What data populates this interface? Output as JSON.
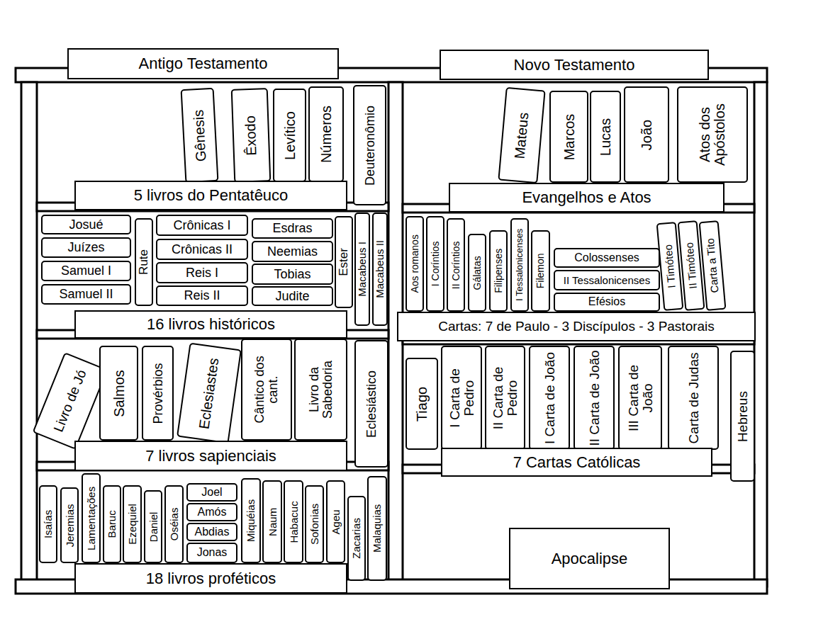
{
  "diagram": {
    "nodes": [
      {
        "text": [
          "Antigo Testamento"
        ]
      },
      {
        "text": [
          "Gênesis"
        ]
      },
      {
        "text": [
          "Êxodo"
        ]
      },
      {
        "text": [
          "Levítico"
        ]
      },
      {
        "text": [
          "Números"
        ]
      },
      {
        "text": [
          "Deuteronômio"
        ]
      },
      {
        "text": [
          "5 livros do Pentatêuco"
        ]
      },
      {
        "text": [
          "Josué"
        ]
      },
      {
        "text": [
          "Juízes"
        ]
      },
      {
        "text": [
          "Samuel I"
        ]
      },
      {
        "text": [
          "Samuel II"
        ]
      },
      {
        "text": [
          "Rute"
        ]
      },
      {
        "text": [
          "Crônicas I"
        ]
      },
      {
        "text": [
          "Crônicas II"
        ]
      },
      {
        "text": [
          "Reis I"
        ]
      },
      {
        "text": [
          "Reis II"
        ]
      },
      {
        "text": [
          "Esdras"
        ]
      },
      {
        "text": [
          "Neemias"
        ]
      },
      {
        "text": [
          "Tobias"
        ]
      },
      {
        "text": [
          "Judite"
        ]
      },
      {
        "text": [
          "Ester"
        ]
      },
      {
        "text": [
          "Macabeus I"
        ]
      },
      {
        "text": [
          "Macabeus II"
        ]
      },
      {
        "text": [
          "16 livros históricos"
        ]
      },
      {
        "text": [
          "Livro de Jó"
        ]
      },
      {
        "text": [
          "Salmos"
        ]
      },
      {
        "text": [
          "Provérbios"
        ]
      },
      {
        "text": [
          "Eclesiastes"
        ]
      },
      {
        "text": [
          "Cântico dos cant."
        ]
      },
      {
        "text": [
          "Livro da Sabedoria"
        ]
      },
      {
        "text": [
          "Eclesiástico"
        ]
      },
      {
        "text": [
          "7 livros sapienciais"
        ]
      },
      {
        "text": [
          "Isaías"
        ]
      },
      {
        "text": [
          "Jeremias"
        ]
      },
      {
        "text": [
          "Lamentações"
        ]
      },
      {
        "text": [
          "Baruc"
        ]
      },
      {
        "text": [
          "Ezequiel"
        ]
      },
      {
        "text": [
          "Daniel"
        ]
      },
      {
        "text": [
          "Oséias"
        ]
      },
      {
        "text": [
          "Joel"
        ]
      },
      {
        "text": [
          "Amós"
        ]
      },
      {
        "text": [
          "Abdias"
        ]
      },
      {
        "text": [
          "Jonas"
        ]
      },
      {
        "text": [
          "Miquéias"
        ]
      },
      {
        "text": [
          "Naum"
        ]
      },
      {
        "text": [
          "Habacuc"
        ]
      },
      {
        "text": [
          "Sofonias"
        ]
      },
      {
        "text": [
          "Ageu"
        ]
      },
      {
        "text": [
          "Zacarias"
        ]
      },
      {
        "text": [
          "Malaquias"
        ]
      },
      {
        "text": [
          "18 livros proféticos"
        ]
      },
      {
        "text": [
          "Novo Testamento"
        ]
      },
      {
        "text": [
          "Mateus"
        ]
      },
      {
        "text": [
          "Marcos"
        ]
      },
      {
        "text": [
          "Lucas"
        ]
      },
      {
        "text": [
          "João"
        ]
      },
      {
        "text": [
          "Atos dos Apóstolos"
        ]
      },
      {
        "text": [
          "Evangelhos e Atos"
        ]
      },
      {
        "text": [
          "Aos romanos"
        ]
      },
      {
        "text": [
          "I Coríntios"
        ]
      },
      {
        "text": [
          "II Coríntios"
        ]
      },
      {
        "text": [
          "Gálatas"
        ]
      },
      {
        "text": [
          "Filipenses"
        ]
      },
      {
        "text": [
          "I Tessalonicenses"
        ]
      },
      {
        "text": [
          "Filemon"
        ]
      },
      {
        "text": [
          "Colossenses"
        ]
      },
      {
        "text": [
          "II Tessalonicenses"
        ]
      },
      {
        "text": [
          "Efésios"
        ]
      },
      {
        "text": [
          "I Timóteo"
        ]
      },
      {
        "text": [
          "II Timóteo"
        ]
      },
      {
        "text": [
          "Carta a Tito"
        ]
      },
      {
        "text": [
          "Cartas: 7 de Paulo - 3 Discípulos - 3 Pastorais"
        ]
      },
      {
        "text": [
          "Tiago"
        ]
      },
      {
        "text": [
          "I Carta de Pedro"
        ]
      },
      {
        "text": [
          "II Carta de Pedro"
        ]
      },
      {
        "text": [
          "I Carta de João"
        ]
      },
      {
        "text": [
          "II Carta de João"
        ]
      },
      {
        "text": [
          "III Carta de João"
        ]
      },
      {
        "text": [
          "Carta de Judas"
        ]
      },
      {
        "text": [
          "Hebreus"
        ]
      },
      {
        "text": [
          "7 Cartas Católicas"
        ]
      },
      {
        "text": [
          "Apocalipse"
        ]
      }
    ]
  }
}
